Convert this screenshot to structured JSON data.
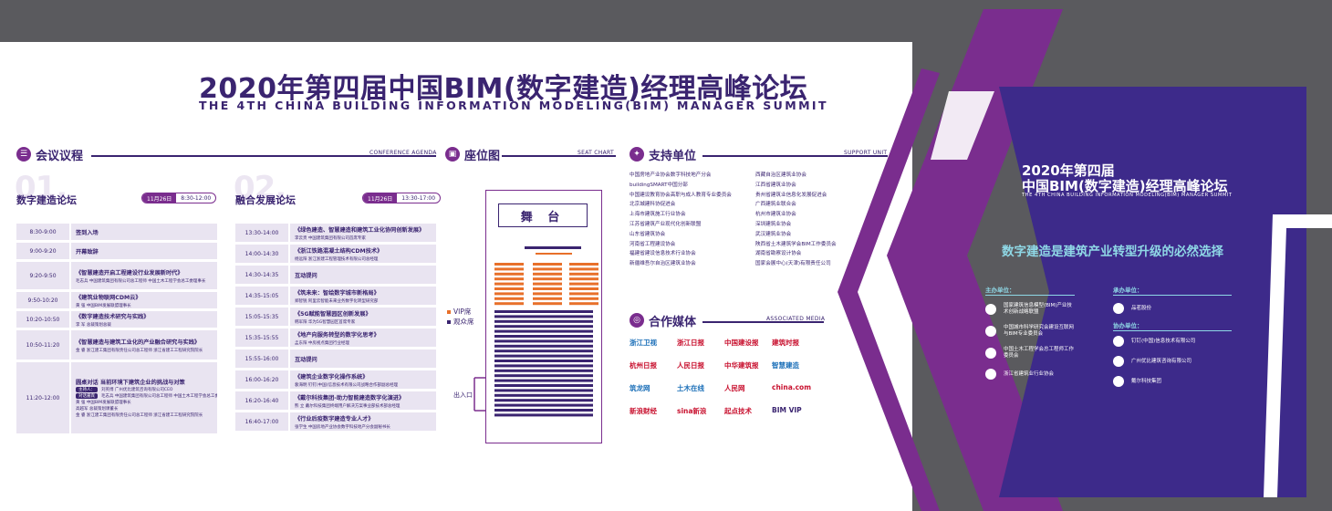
{
  "title": {
    "main": "2020年第四届中国BIM(数字建造)经理高峰论坛",
    "english": "THE 4TH CHINA BUILDING INFORMATION MODELING(BIM) MANAGER SUMMIT"
  },
  "agenda": {
    "heading": "会议议程",
    "heading_en": "CONFERENCE AGENDA",
    "session1": {
      "num": "01.",
      "name": "数字建造论坛",
      "date": "11月26日",
      "time": "8:30-12:00",
      "rows": [
        {
          "time": "8:30-9:00",
          "title": "签到入场",
          "subtitle": "",
          "people": []
        },
        {
          "time": "9:00-9:20",
          "title": "开幕致辞",
          "subtitle": "",
          "people": []
        },
        {
          "time": "9:20-9:50",
          "title": "《智慧建造开启工程建设行业发展新时代》",
          "subtitle": "毛志兵  中国建筑集团有限公司总工程师 中国土木工程学会总工委理事长",
          "people": []
        },
        {
          "time": "9:50-10:20",
          "title": "《建筑业物联网CDM云》",
          "subtitle": "黄 强  中国BIM发展联盟理事长",
          "people": []
        },
        {
          "time": "10:20-10:50",
          "title": "《数字建造技术研究与实践》",
          "subtitle": "李 军  总裁策划总裁",
          "people": []
        },
        {
          "time": "10:50-11:20",
          "title": "《智慧建造与建筑工业化的产业融合研究与实践》",
          "subtitle": "金 睿  浙江建工集团有限责任公司总工程师 浙江省建工工程研究院院长",
          "people": []
        },
        {
          "time": "11:20-12:00",
          "title": "圆桌对话  当前环境下建筑企业的挑战与对策",
          "subtitle": "",
          "people": [
            {
              "role": "主持人：",
              "name": "刘英博  广州优比建筑咨询有限公司CEO"
            },
            {
              "role": "对话嘉宾",
              "name": "毛志兵  中国建筑集团有限公司总工程师 中国土木工程学会总工委理事长"
            },
            {
              "role": "",
              "name": "黄 强  中国BIM发展联盟理事长"
            },
            {
              "role": "",
              "name": "高越军  总裁策划课董长"
            },
            {
              "role": "",
              "name": "金 睿  浙江建工集团有限责任公司总工程师 浙江省建工工程研究院院长"
            }
          ]
        }
      ]
    },
    "session2": {
      "num": "02.",
      "name": "融合发展论坛",
      "date": "11月26日",
      "time": "13:30-17:00",
      "rows": [
        {
          "time": "13:30-14:00",
          "title": "《绿色建造、智慧建造和建筑工业化协同创新发展》",
          "subtitle": "李云贵  中国建筑集团有限公司首席专家"
        },
        {
          "time": "14:00-14:30",
          "title": "《浙江铁路混凝土结构CDM技术》",
          "subtitle": "杨远阳  浙江浙建工程管理技术有限公司总经理"
        },
        {
          "time": "14:30-14:35",
          "title": "互动提问",
          "subtitle": ""
        },
        {
          "time": "14:35-15:05",
          "title": "《筑未来：智绘数字城市新格局》",
          "subtitle": "郑智锐  阿里云智能未来业务数字化转型研究部"
        },
        {
          "time": "15:05-15:35",
          "title": "《5G赋能智慧园区创新发展》",
          "subtitle": "韩军阳  华为5G智慧园区首席专家"
        },
        {
          "time": "15:35-15:55",
          "title": "《地产向服务转型的数字化思考》",
          "subtitle": "孟东阳  中房视点集团行业经理"
        },
        {
          "time": "15:55-16:00",
          "title": "互动提问",
          "subtitle": ""
        },
        {
          "time": "16:00-16:20",
          "title": "《建筑企业数字化操作系统》",
          "subtitle": "裴海明  钉钉(中国)信息技术有限公司战略合作部副总经理"
        },
        {
          "time": "16:20-16:40",
          "title": "《戴尔科技集团-助力智能建造数字化演进》",
          "subtitle": "熊 立  戴尔科技集团终端用户解决方案事业部技术部总经理"
        },
        {
          "time": "16:40-17:00",
          "title": "《行业后疫数字建造专业人才》",
          "subtitle": "张学生  中国房地产业协会数字科技地产分会副秘书长"
        }
      ]
    }
  },
  "seat": {
    "heading": "座位图",
    "heading_en": "SEAT CHART",
    "stage": "舞 台",
    "vip": "VIP席",
    "audience": "观众席",
    "exit": "出入口",
    "colors": {
      "vip": "#e8702a",
      "audience": "#3a2470"
    }
  },
  "support": {
    "heading": "支持单位",
    "heading_en": "SUPPORT UNIT",
    "col1": [
      "中国房地产业协会数字科技地产分会",
      "buildingSMART中国分部",
      "中国建设教育协会高职与成人教育专业委员会",
      "北京城建科协促进会",
      "上海市建筑施工行业协会",
      "江苏省建筑产业现代化创新联盟",
      "山东省建筑协会",
      "河南省工程建设协会",
      "福建省建设信息技术行业协会",
      "新疆维吾尔自治区建筑业协会"
    ],
    "col2": [
      "西藏自治区建筑业协会",
      "江西省建筑业协会",
      "贵州省建筑业信息化发展促进会",
      "广西建筑业联合会",
      "杭州市建筑业协会",
      "深圳建筑业协会",
      "武汉建筑业协会",
      "陕西省土木建筑学会BIM工作委员会",
      "湖南省勘察设计协会",
      "国家会展中心(天津)有限责任公司"
    ]
  },
  "media": {
    "heading": "合作媒体",
    "heading_en": "ASSOCIATED MEDIA",
    "logos": [
      {
        "text": "浙江卫视",
        "color": "#1b6fb8"
      },
      {
        "text": "浙江日报",
        "color": "#c8102e"
      },
      {
        "text": "中国建设报",
        "color": "#c8102e"
      },
      {
        "text": "建筑时报",
        "color": "#c8102e"
      },
      {
        "text": "杭州日报",
        "color": "#c8102e"
      },
      {
        "text": "人民日报",
        "color": "#c8102e"
      },
      {
        "text": "中华建筑报",
        "color": "#c8102e"
      },
      {
        "text": "智慧建造",
        "color": "#1b6fb8"
      },
      {
        "text": "筑龙网",
        "color": "#1b6fb8"
      },
      {
        "text": "土木在线",
        "color": "#1b6fb8"
      },
      {
        "text": "人民网",
        "color": "#c8102e"
      },
      {
        "text": "china.com",
        "color": "#c8102e"
      },
      {
        "text": "新浪财经",
        "color": "#c8102e"
      },
      {
        "text": "sina新浪",
        "color": "#c8102e"
      },
      {
        "text": "起点技术",
        "color": "#c8102e"
      },
      {
        "text": "BIM VIP",
        "color": "#3a2470"
      }
    ]
  },
  "right_panel": {
    "title_line1": "2020年第四届",
    "title_line2": "中国BIM(数字建造)经理高峰论坛",
    "english": "THE 4TH CHINA BUILDING INFORMATION MODELING(BIM) MANAGER SUMMIT",
    "slogan": "数字建造是建筑产业转型升级的必然选择",
    "host_label": "主办单位：",
    "hosts": [
      "国家建筑信息模型(BIM)产业技术创新战略联盟",
      "中国城市科学研究会建设互联网与BIM专业委员会",
      "中国土木工程学会总工程师工作委员会",
      "浙江省建筑业行业协会"
    ],
    "organizer_label": "承办单位：",
    "organizers": [
      "品茗股份"
    ],
    "co_label": "协办单位：",
    "co_organizers": [
      "钉钉(中国)信息技术有限公司",
      "广州优比建筑咨询有限公司",
      "戴尔科技集团"
    ]
  },
  "colors": {
    "primary": "#3a2470",
    "accent": "#7a2d8e",
    "panel": "#3d2a8a",
    "highlight": "#8fd8e6",
    "vip": "#e8702a",
    "gray": "#5a5a5e"
  }
}
